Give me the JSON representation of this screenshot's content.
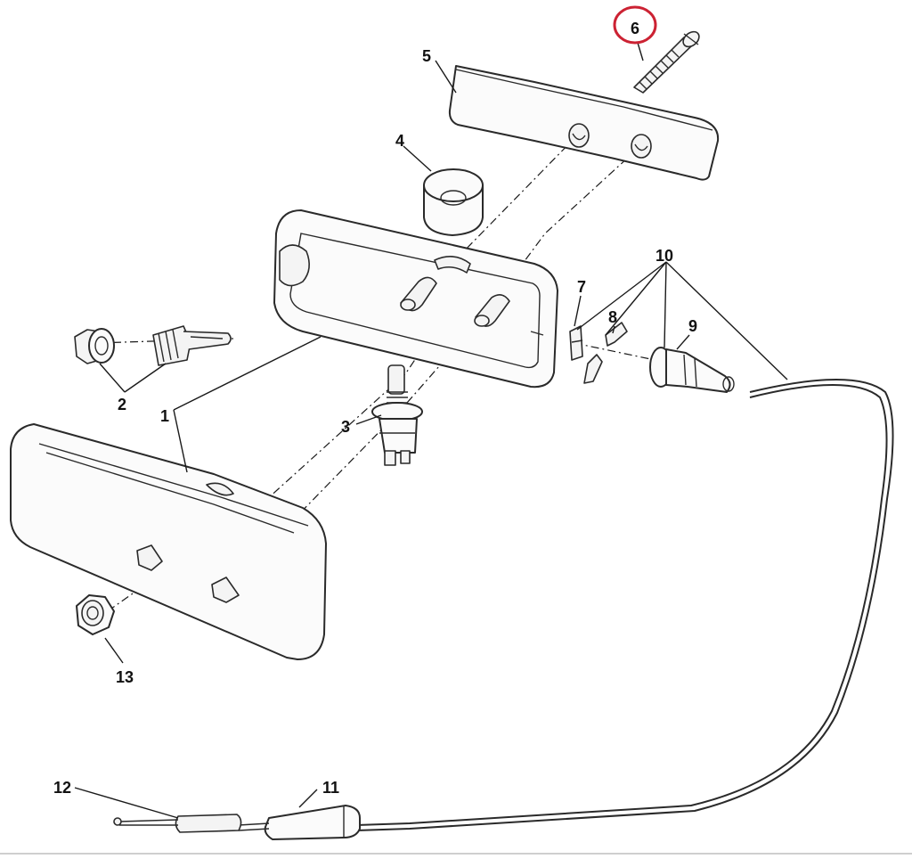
{
  "labels": {
    "p1": "1",
    "p2": "2",
    "p3": "3",
    "p4": "4",
    "p5": "5",
    "p6": "6",
    "p7": "7",
    "p8": "8",
    "p9": "9",
    "p10": "10",
    "p11": "11",
    "p12": "12",
    "p13": "13"
  },
  "highlighted_part": "6",
  "colors": {
    "highlight_circle": "#cc2233",
    "line": "#2a2a2a"
  }
}
